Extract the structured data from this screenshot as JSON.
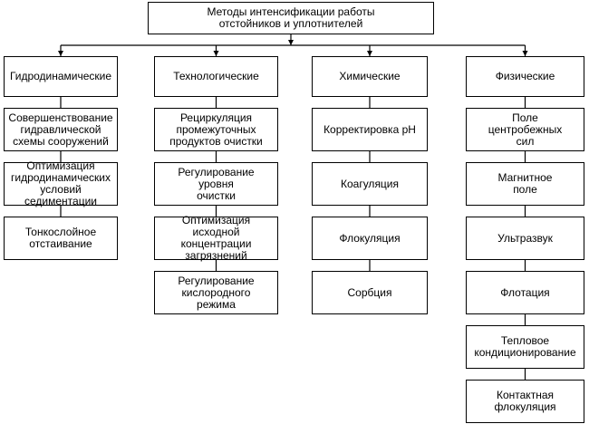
{
  "root": {
    "label": "Методы интенсификации работы\nотстойников и уплотнителей"
  },
  "categories": [
    {
      "label": "Гидродинамические",
      "items": [
        "Совершенствование\nгидравлической\nсхемы сооружений",
        "Оптимизация\nгидродинамических\nусловий седиментации",
        "Тонкослойное\nотстаивание"
      ]
    },
    {
      "label": "Технологические",
      "items": [
        "Рециркуляция\nпромежуточных\nпродуктов очистки",
        "Регулирование\nуровня\nочистки",
        "Оптимизация\nисходной концентрации\nзагрязнений",
        "Регулирование\nкислородного\nрежима"
      ]
    },
    {
      "label": "Химические",
      "items": [
        "Корректировка pH",
        "Коагуляция",
        "Флокуляция",
        "Сорбция"
      ]
    },
    {
      "label": "Физические",
      "items": [
        "Поле\nцентробежных\nсил",
        "Магнитное\nполе",
        "Ультразвук",
        "Флотация",
        "Тепловое\nкондиционирование",
        "Контактная\nфлокуляция"
      ]
    }
  ]
}
